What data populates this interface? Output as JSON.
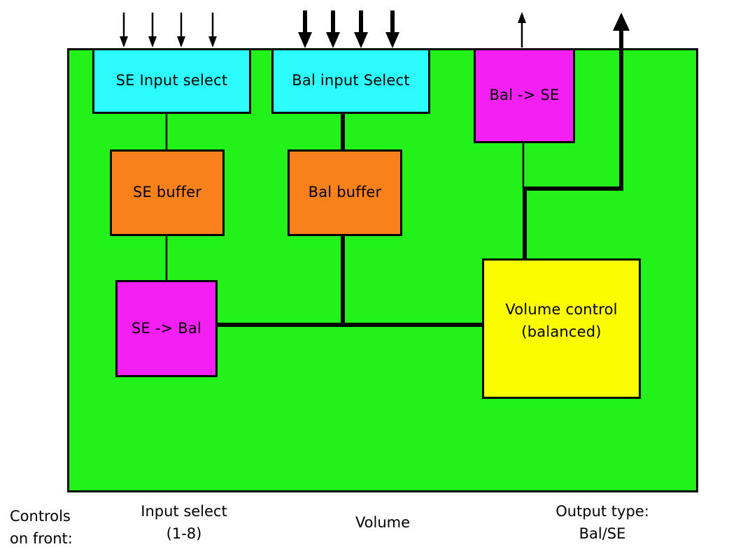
{
  "diagram": {
    "blocks": {
      "se_input_select": "SE Input select",
      "bal_input_select": "Bal input Select",
      "bal_to_se": "Bal -> SE",
      "se_buffer": "SE buffer",
      "bal_buffer": "Bal buffer",
      "se_to_bal": "SE -> Bal",
      "volume_control": "Volume control\n(balanced)"
    },
    "colors": {
      "board": "#22f21a",
      "input_select": "#2cfcfc",
      "buffer": "#f8811c",
      "converter": "#f31ff3",
      "volume": "#fcfc00"
    }
  },
  "controls": {
    "heading": "Controls\non front:",
    "input_select": "Input select\n(1-8)",
    "volume": "Volume",
    "output_type": "Output type:\nBal/SE"
  }
}
